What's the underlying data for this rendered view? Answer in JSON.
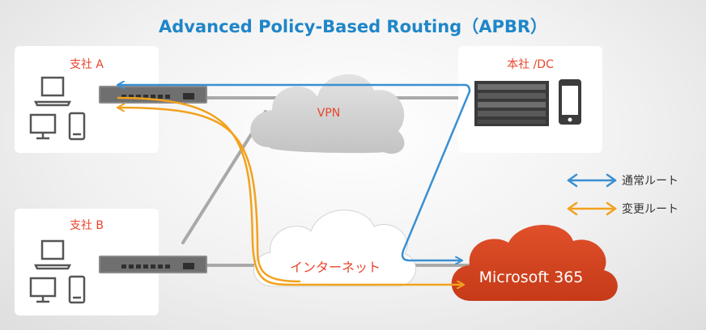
{
  "title": "Advanced Policy-Based Routing（APBR）",
  "sites": {
    "branch_a": "支社 A",
    "branch_b": "支社 B",
    "hq": "本社 /DC"
  },
  "clouds": {
    "vpn": "VPN",
    "internet": "インターネット",
    "microsoft": "Microsoft 365"
  },
  "legend": [
    {
      "label": "通常ルート",
      "color": "#3a8fd1"
    },
    {
      "label": "変更ルート",
      "color": "#f2a21e"
    }
  ],
  "colors": {
    "title": "#1f86c8",
    "site_label": "#e8452c",
    "normal_route": "#3a8fd1",
    "changed_route": "#f2a21e",
    "microsoft_cloud": "#d7411f",
    "link_line": "#a9a9a9"
  }
}
